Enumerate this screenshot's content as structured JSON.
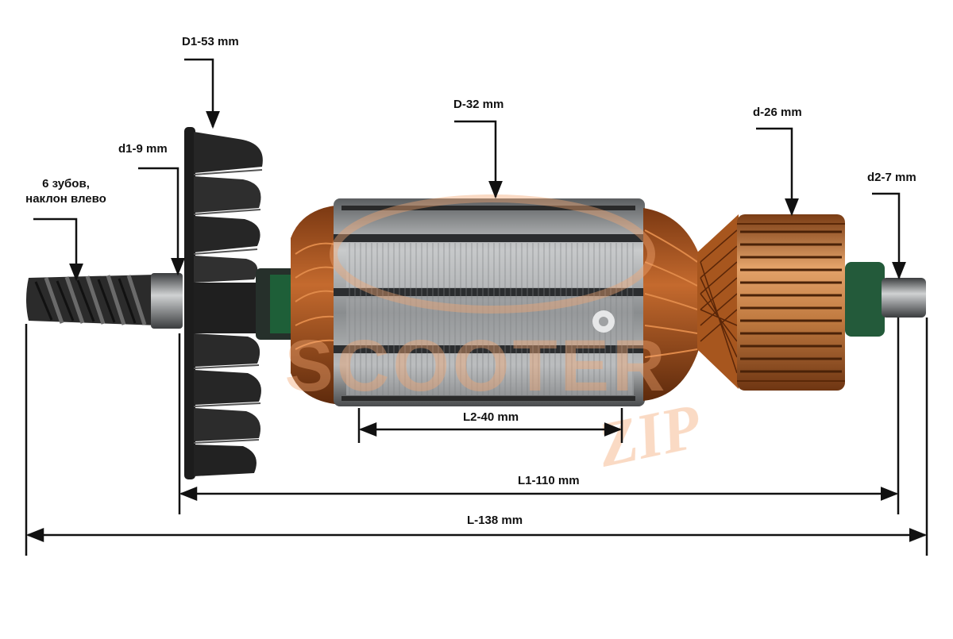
{
  "colors": {
    "ink": "#111111",
    "copper": "#b8642a",
    "copper_dark": "#6f3210",
    "commutator": "#c98548",
    "steel": "#9a9c9e",
    "steel_dark": "#55585a",
    "fan": "#1f1f1f",
    "watermark": "#f2a772"
  },
  "labels": {
    "d1_big": "D1-53 mm",
    "d1_small": "d1-9 mm",
    "teeth_line1": "6 зубов,",
    "teeth_line2": "наклон влево",
    "core_d": "D-32 mm",
    "comm_d": "d-26 mm",
    "shaft_d2": "d2-7 mm",
    "core_len": "L2-40 mm",
    "len_l1": "L1-110 mm",
    "len_total": "L-138 mm"
  },
  "watermark": {
    "brand": "SCOOTER",
    "suffix": "ZIP"
  },
  "icons": {
    "product": "motor-armature",
    "arrows": "dimension-arrow"
  }
}
